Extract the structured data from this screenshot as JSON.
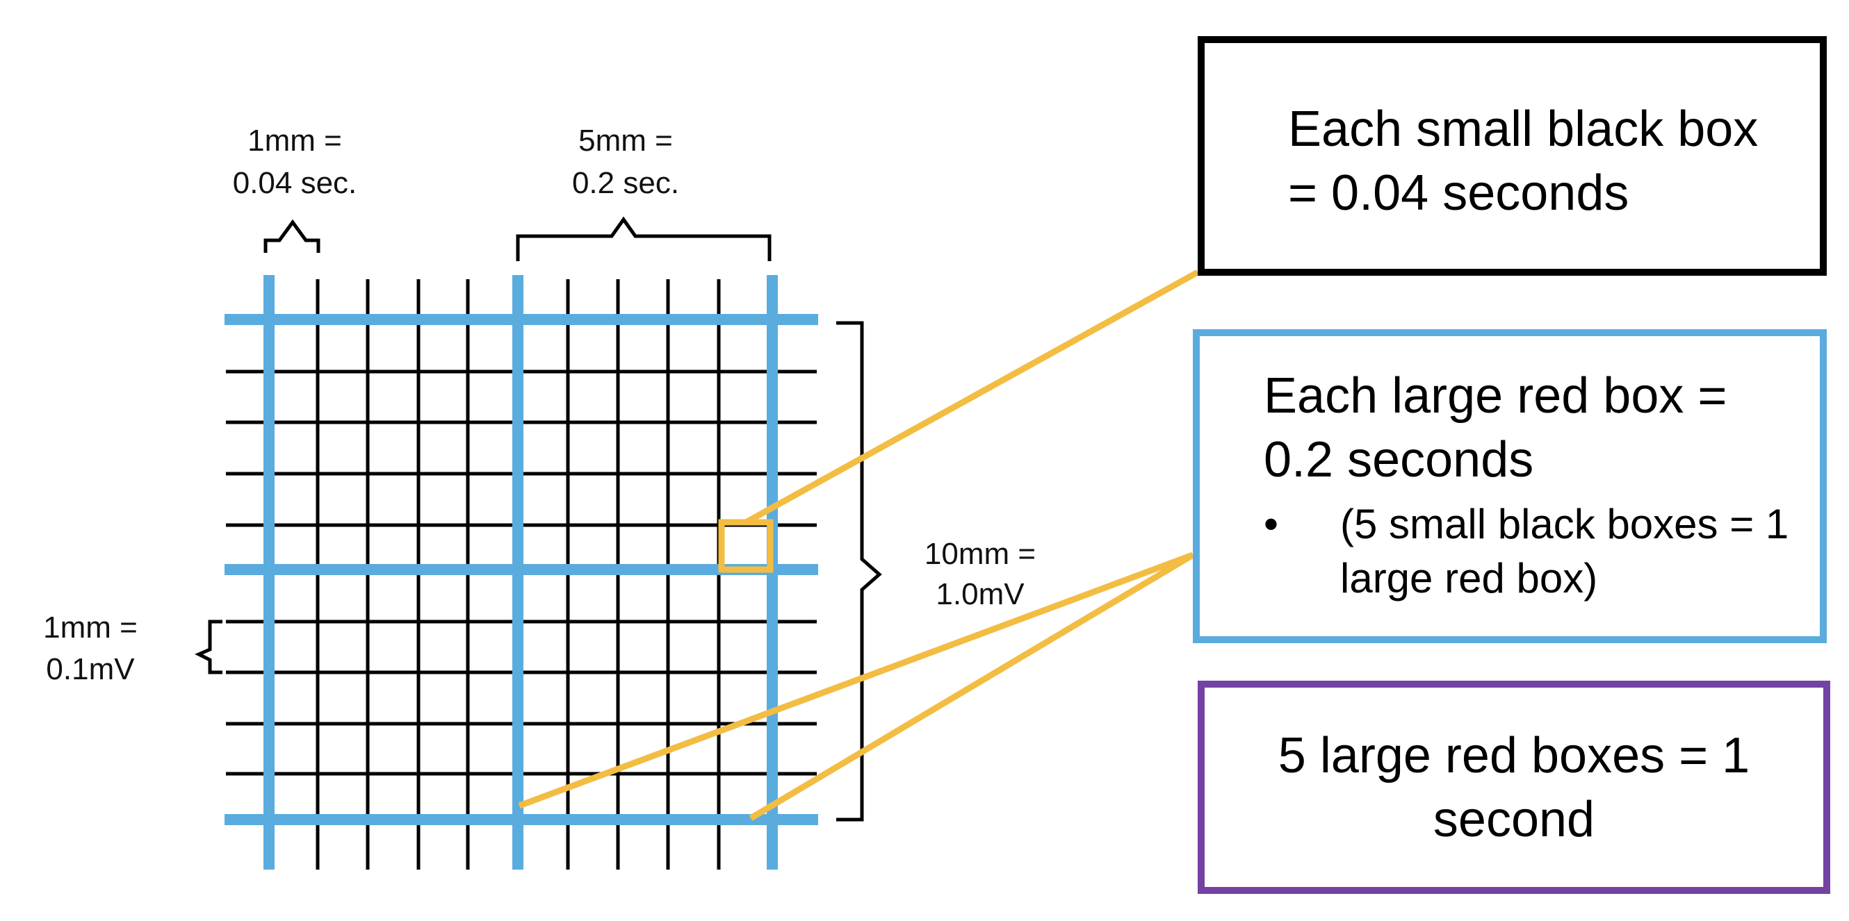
{
  "grid_labels": {
    "small_time": [
      "1mm =",
      "0.04 sec."
    ],
    "large_time": [
      "5mm =",
      "0.2 sec."
    ],
    "large_voltage": [
      "10mm =",
      "1.0mV"
    ],
    "small_voltage": [
      "1mm =",
      "0.1mV"
    ]
  },
  "callouts": {
    "small_box": "Each small black box = 0.04 seconds",
    "large_box": "Each large red box = 0.2 seconds",
    "large_box_bullet_mark": "•",
    "large_box_bullet": "(5 small black boxes = 1 large red box)",
    "one_second": "5 large red boxes = 1 second"
  },
  "colors": {
    "grid_line": "#000000",
    "major_line": "#5aacdf",
    "highlight": "#f2bd42",
    "box_black": "#000000",
    "box_blue": "#5aacdf",
    "box_purple": "#7342a2"
  }
}
